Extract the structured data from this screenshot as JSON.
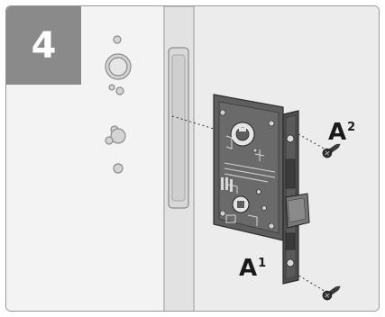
{
  "step": {
    "number": "4"
  },
  "callouts": [
    {
      "letter": "A",
      "index": "2"
    },
    {
      "letter": "A",
      "index": "1"
    }
  ],
  "colors": {
    "panel_bg": "#ececec",
    "badge_bg": "#8a8a8a",
    "door_face": "#f3f3f3",
    "door_edge": "#e2e2e2",
    "lock_body": "#5a5a5a",
    "outline": "#444444"
  },
  "icons": [
    "lock-mortise-body",
    "screw-icon",
    "screw-icon"
  ]
}
